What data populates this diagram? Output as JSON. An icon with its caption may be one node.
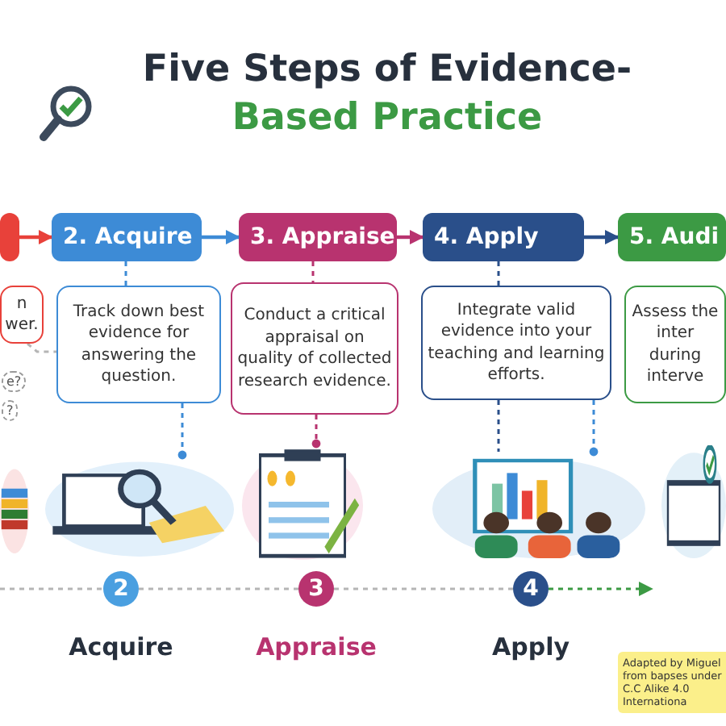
{
  "diagram": {
    "title": "Five Steps of Evidence-**Based Practice**",
    "nodes": [
      {
        "text": [],
        "shape": "box"
      },
      {
        "text": [
          "2. Acquire"
        ]
      },
      {
        "text": [
          "3. Appraise"
        ]
      },
      {
        "text": [
          "4. Apply"
        ]
      },
      {
        "text": [
          "5. Audi"
        ]
      },
      {
        "text": [
          "n wer."
        ]
      },
      {
        "text": [
          "Track down best evidence for answering the question."
        ]
      },
      {
        "text": [
          "Conduct a critical appraisal on quality of collected research evidence."
        ]
      },
      {
        "text": [
          "Integrate valid evidence into your teaching and learning efforts."
        ]
      },
      {
        "text": [
          "Assess the inter during interve"
        ]
      },
      {
        "text": [],
        "shape": "picture"
      },
      {
        "text": [],
        "shape": "picture"
      },
      {
        "text": [],
        "shape": "picture"
      },
      {
        "text": [],
        "shape": "picture"
      },
      {
        "text": [],
        "shape": "picture"
      },
      {
        "text": [
          "2"
        ],
        "beside": [
          "Acquire"
        ]
      },
      {
        "text": [
          "3"
        ],
        "beside": [
          "Appraise"
        ]
      },
      {
        "text": [
          "4"
        ],
        "beside": [
          "Apply"
        ]
      }
    ],
    "edges": [
      {
        "from": 0,
        "to": 1,
        "arrow": "to",
        "color": "#e8413a"
      },
      {
        "from": 1,
        "to": 2,
        "arrow": "to",
        "color": "#3d8bd6"
      },
      {
        "from": 2,
        "to": 3,
        "arrow": "to",
        "color": "#b8336f"
      },
      {
        "from": 3,
        "to": 4,
        "arrow": "to",
        "color": "#2a4f8a"
      },
      {
        "from": 1,
        "to": 6,
        "arrow": "none",
        "style": "dashed",
        "color": "#3d8bd6"
      },
      {
        "from": 2,
        "to": 7,
        "arrow": "none",
        "style": "dashed",
        "color": "#b8336f"
      },
      {
        "from": 3,
        "to": 8,
        "arrow": "none",
        "style": "dashed",
        "color": "#2a4f8a"
      },
      {
        "from": 5,
        "to": 6,
        "arrow": "none",
        "style": "dashed",
        "color": "#b5b5b5"
      },
      {
        "from": 6,
        "to": 11,
        "arrow": "other",
        "style": "dashed",
        "color": "#3d8bd6"
      },
      {
        "from": 7,
        "to": 12,
        "arrow": "other",
        "style": "dashed",
        "color": "#b8336f"
      },
      {
        "from": 8,
        "to": 13,
        "arrow": "none",
        "style": "dashed",
        "color": "#2a4f8a"
      },
      {
        "from": 8,
        "to": 13,
        "arrow": "other",
        "style": "dashed",
        "color": "#3d8bd6"
      },
      {
        "from": null,
        "to": 15,
        "arrow": "none",
        "style": "dashed",
        "color": "#b5b5b5"
      },
      {
        "from": 15,
        "to": 16,
        "arrow": "none",
        "style": "dashed",
        "color": "#b5b5b5"
      },
      {
        "from": 16,
        "to": 17,
        "arrow": "none",
        "style": "dashed",
        "color": "#b5b5b5"
      },
      {
        "from": 17,
        "to": null,
        "arrow": "to",
        "style": "dashed",
        "color": "#3c9a44"
      }
    ],
    "labels": [
      "e?",
      "?",
      "Adapted by Miguel from bapses under C.C Alike 4.0 Internationa"
    ]
  }
}
